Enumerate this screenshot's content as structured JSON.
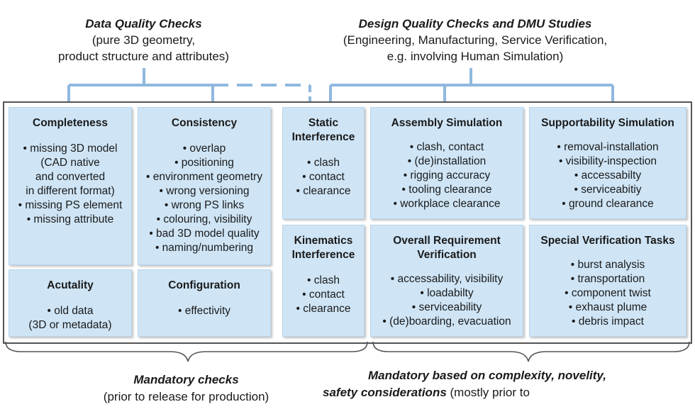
{
  "header_left": {
    "title": "Data Quality Checks",
    "line1": "(pure 3D geometry,",
    "line2": "product structure and attributes)"
  },
  "header_right": {
    "title": "Design Quality Checks and DMU Studies",
    "line1": "(Engineering, Manufacturing, Service Verification,",
    "line2": "e.g. involving Human Simulation)"
  },
  "boxes": {
    "completeness": {
      "title": "Completeness",
      "items": [
        "• missing 3D model",
        "(CAD native",
        "and converted",
        "in different format)",
        "• missing PS element",
        "• missing attribute"
      ]
    },
    "consistency": {
      "title": "Consistency",
      "items": [
        "• overlap",
        "• positioning",
        "• environment geometry",
        "• wrong versioning",
        "• wrong PS links",
        "• colouring, visibility",
        "• bad 3D model quality",
        "• naming/numbering"
      ]
    },
    "actuality": {
      "title": "Acutality",
      "items": [
        "• old data",
        "(3D or metadata)"
      ]
    },
    "configuration": {
      "title": "Configuration",
      "items": [
        "• effectivity"
      ]
    },
    "static": {
      "title1": "Static",
      "title2": "Interference",
      "items": [
        "• clash",
        "• contact",
        "• clearance"
      ]
    },
    "kinematics": {
      "title1": "Kinematics",
      "title2": "Interference",
      "items": [
        "• clash",
        "• contact",
        "• clearance"
      ]
    },
    "assembly": {
      "title": "Assembly Simulation",
      "items": [
        "• clash, contact",
        "• (de)installation",
        "• rigging accuracy",
        "• tooling clearance",
        "• workplace clearance"
      ]
    },
    "supportability": {
      "title": "Supportability Simulation",
      "items": [
        "• removal-installation",
        "• visibility-inspection",
        "• accessabilty",
        "• serviceabitiy",
        "• ground clearance"
      ]
    },
    "overall": {
      "title1": "Overall Requirement",
      "title2": "Verification",
      "items": [
        "• accessability, visibility",
        "• loadabilty",
        "• serviceability",
        "• (de)boarding, evacuation"
      ]
    },
    "special": {
      "title": "Special Verification Tasks",
      "items": [
        "• burst analysis",
        "• transportation",
        "• component twist",
        "• exhaust plume",
        "• debris impact"
      ]
    }
  },
  "bottom_left": {
    "title": "Mandatory checks",
    "line1": "(prior to release for production)"
  },
  "bottom_right": {
    "title1": "Mandatory based on complexity, novelity,",
    "title2": "safety considerations",
    "line2_rest": " (mostly prior to"
  },
  "colors": {
    "box_fill": "#cfe5f6",
    "connector": "#8fb8de",
    "frame": "#555555"
  }
}
